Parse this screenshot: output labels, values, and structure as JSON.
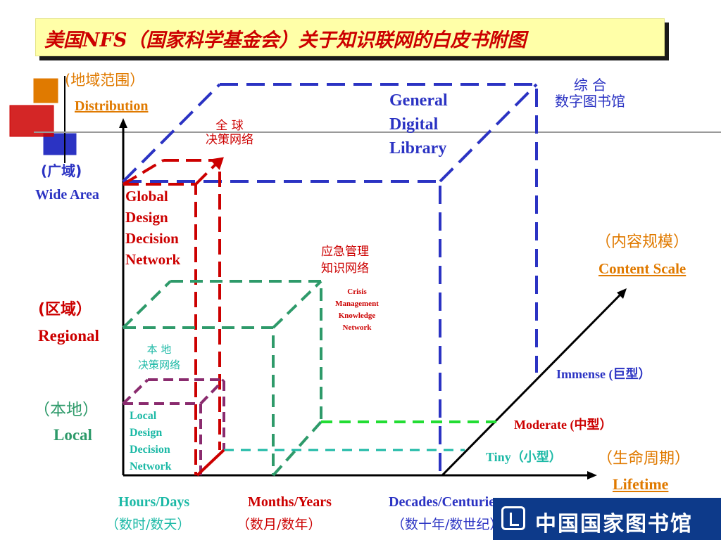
{
  "title": "美国NFS（国家科学基金会）关于知识联网的白皮书附图",
  "colors": {
    "blue": "#2b33c3",
    "red": "#cc0000",
    "green": "#2e9a6a",
    "teal": "#1cb9a6",
    "purple": "#8a2b6e",
    "bright_green": "#22dd33",
    "orange": "#e07a00",
    "axis": "#000000"
  },
  "axes": {
    "distribution": {
      "cn": "(地域范围）",
      "en": "Distribution"
    },
    "content_scale": {
      "cn": "（内容规模）",
      "en": "Content Scale"
    },
    "lifetime": {
      "cn": "（生命周期）",
      "en": "Lifetime"
    }
  },
  "distribution_levels": {
    "wide_area": {
      "cn": "(广域)",
      "en": "Wide Area"
    },
    "regional": {
      "cn": "(区域）",
      "en": "Regional"
    },
    "local": {
      "cn": "（本地）",
      "en": "Local"
    }
  },
  "lifetime_levels": {
    "hours": {
      "en": "Hours/Days",
      "cn": "（数时/数天）"
    },
    "months": {
      "en": "Months/Years",
      "cn": "（数月/数年）"
    },
    "decades": {
      "en": "Decades/Centuries",
      "cn": "（数十年/数世纪）"
    }
  },
  "scale_levels": {
    "immense": "Immense (巨型）",
    "moderate": "Moderate (中型）",
    "tiny": "Tiny（小型）"
  },
  "networks": {
    "gdl": {
      "cn_1": "综 合",
      "cn_2": "数字图书馆",
      "en_1": "General",
      "en_2": "Digital",
      "en_3": "Library"
    },
    "gddn": {
      "cn_1": "全 球",
      "cn_2": "决策网络",
      "en_1": "Global",
      "en_2": "Design",
      "en_3": "Decision",
      "en_4": "Network"
    },
    "cmkn": {
      "cn_1": "应急管理",
      "cn_2": "知识网络",
      "en_1": "Crisis",
      "en_2": "Management",
      "en_3": "Knowledge",
      "en_4": "Network"
    },
    "lddn_cn": {
      "cn_1": "本 地",
      "cn_2": "决策网络"
    },
    "lddn": {
      "en_1": "Local",
      "en_2": "Design",
      "en_3": "Decision",
      "en_4": "Network"
    }
  },
  "logo_text": "中国国家图书馆"
}
